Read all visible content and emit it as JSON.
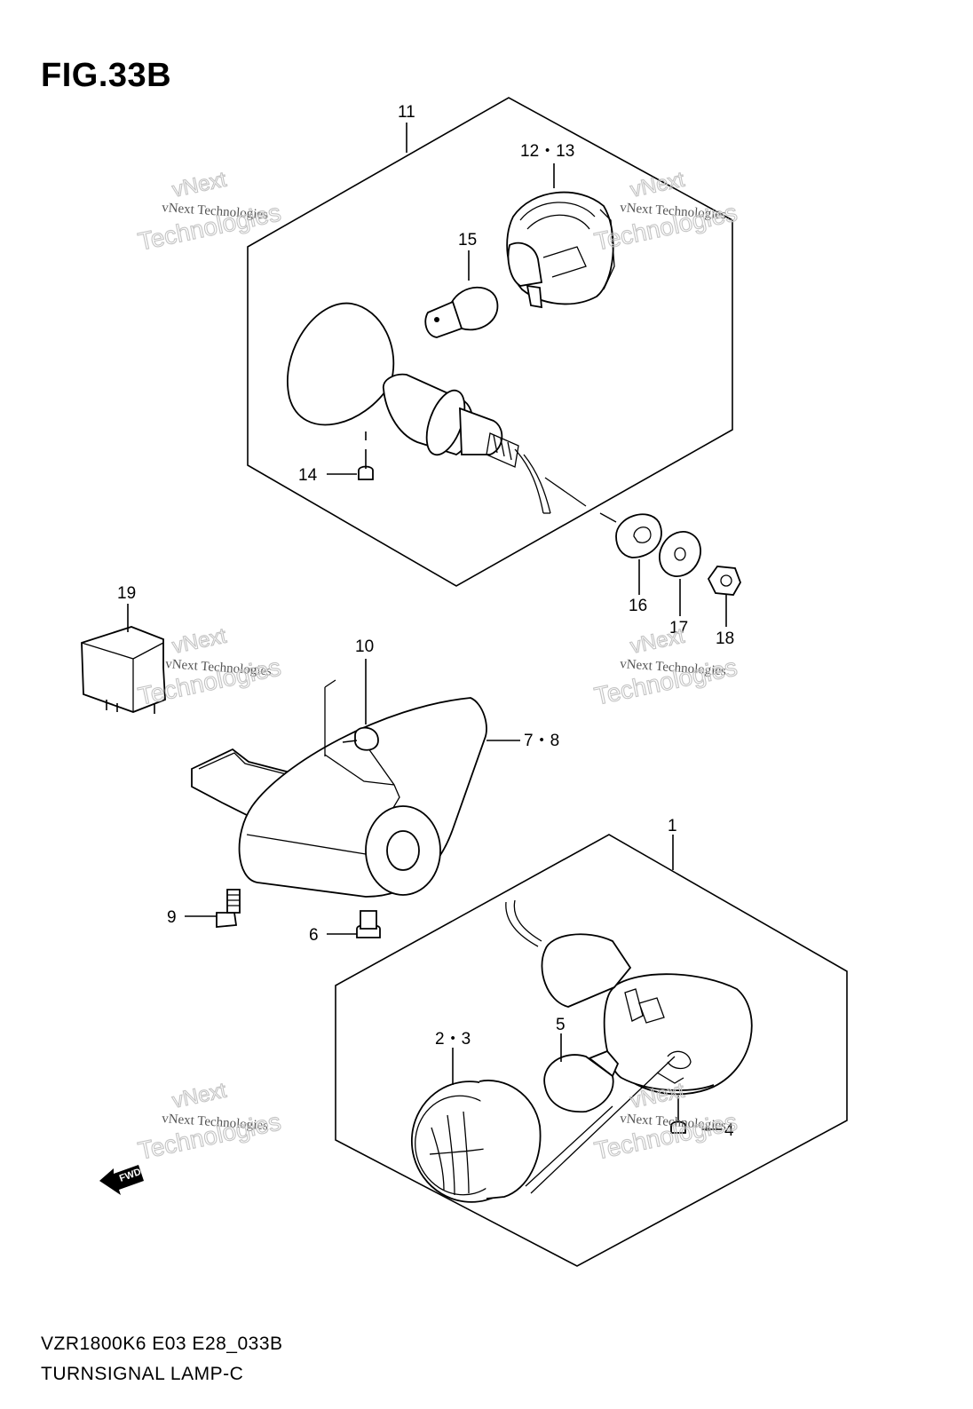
{
  "figure": {
    "title": "FIG.33B",
    "model_code": "VZR1800K6 E03 E28_033B",
    "name": "TURNSIGNAL LAMP-C"
  },
  "callouts": {
    "c1": "1",
    "c2_3": "2・3",
    "c4": "4",
    "c5": "5",
    "c6": "6",
    "c7_8": "7・8",
    "c9": "9",
    "c10": "10",
    "c11": "11",
    "c12_13": "12・13",
    "c14": "14",
    "c15": "15",
    "c16": "16",
    "c17": "17",
    "c18": "18",
    "c19": "19"
  },
  "watermark": {
    "line1": "vNext",
    "line2": "vNext Technologies",
    "line3": "Technologies"
  },
  "fwd_label": "FWD"
}
